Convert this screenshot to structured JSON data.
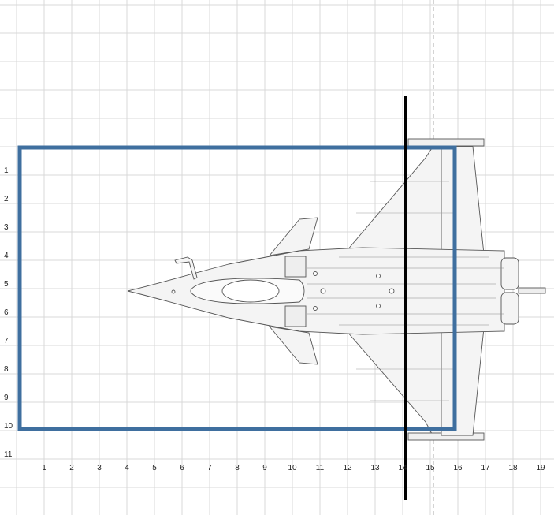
{
  "y_axis_labels": [
    "1",
    "2",
    "3",
    "4",
    "5",
    "6",
    "7",
    "8",
    "9",
    "10",
    "11"
  ],
  "x_axis_labels": [
    "1",
    "2",
    "3",
    "4",
    "5",
    "6",
    "7",
    "8",
    "9",
    "10",
    "11",
    "12",
    "13",
    "14",
    "15",
    "16",
    "17",
    "18",
    "19"
  ],
  "colors": {
    "grid": "#d9d9d9",
    "selection_frame": "#3f6f9f",
    "cut_line": "#000000",
    "aircraft_outline": "#555555",
    "aircraft_fill": "#f4f4f4"
  },
  "icons": [
    "fighter-jet-top-view"
  ]
}
